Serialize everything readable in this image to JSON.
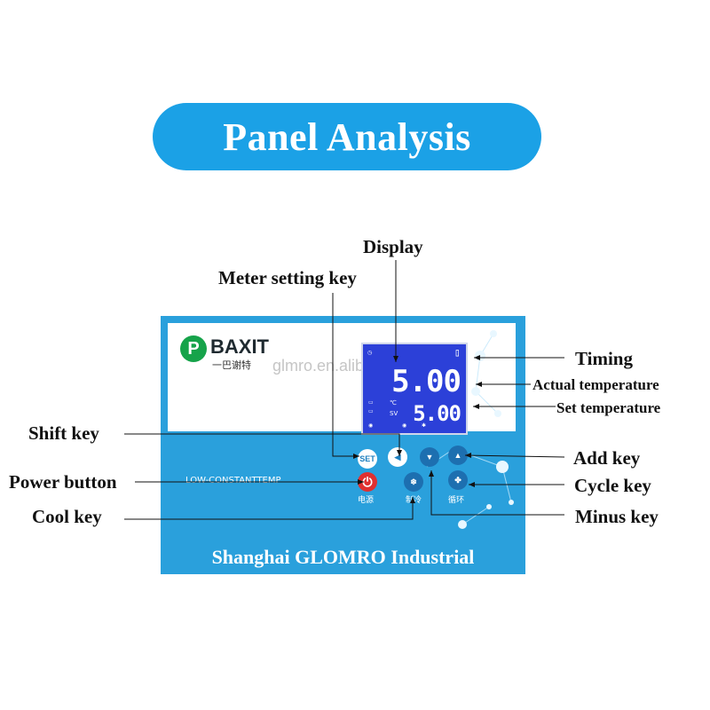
{
  "banner": {
    "title": "Panel Analysis"
  },
  "labels": {
    "display": "Display",
    "meter_setting": "Meter setting key",
    "timing": "Timing",
    "actual_temperature": "Actual temperature",
    "set_temperature": "Set temperature",
    "shift_key": "Shift key",
    "power_button": "Power button",
    "cool_key": "Cool key",
    "add_key": "Add key",
    "cycle_key": "Cycle key",
    "minus_key": "Minus key"
  },
  "panel": {
    "brand": "BAXIT",
    "brand_sub": "一巴谢特",
    "watermark": "glmro.en.alibaba.com",
    "model_text": "LOW-CONSTANTTEMP",
    "footer": "Shanghai GLOMRO Industrial",
    "display": {
      "actual": "5.00",
      "set": "5.00",
      "unit": "℃",
      "sv_label": "SV"
    },
    "keys": {
      "set_label": "SET",
      "power_caption": "电源",
      "cool_caption": "制冷",
      "cycle_caption": "循环"
    }
  },
  "colors": {
    "banner": "#1ba1e6",
    "panel": "#2aa0dc",
    "display": "#2c40d8",
    "power": "#e03030",
    "logo": "#16a34a"
  }
}
